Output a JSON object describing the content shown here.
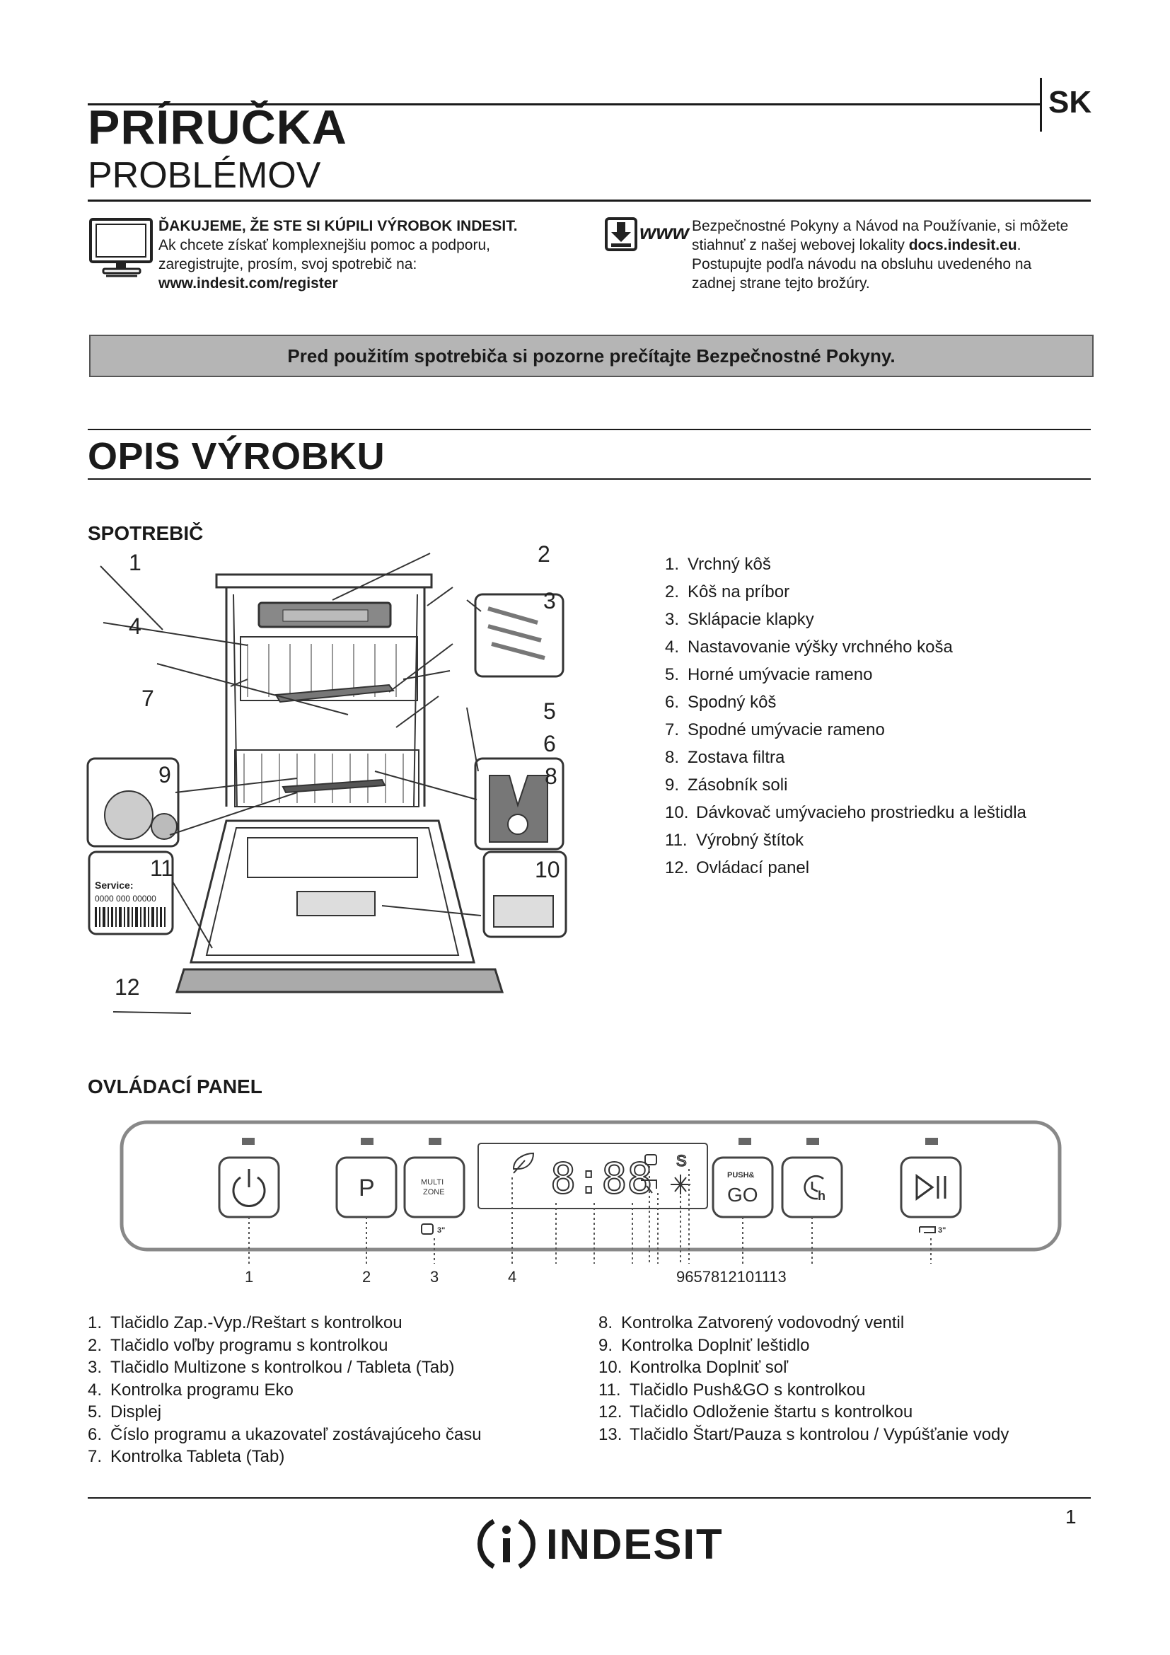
{
  "header": {
    "title": "PRÍRUČKA",
    "subtitle": "PROBLÉMOV",
    "language": "SK"
  },
  "register": {
    "heading": "ĎAKUJEME, ŽE STE SI KÚPILI VÝROBOK INDESIT.",
    "line1": "Ak chcete získať komplexnejšiu pomoc a podporu,",
    "line2": "zaregistrujte, prosím, svoj spotrebič na:",
    "url": "www.indesit.com/register"
  },
  "download": {
    "www": "www",
    "line1": "Bezpečnostné Pokyny a Návod na Používanie, si môžete",
    "line2_pre": "stiahnuť z našej webovej lokality ",
    "line2_link": "docs.indesit.eu",
    "line2_post": ".",
    "line3": "Postupujte podľa návodu na obsluhu uvedeného na",
    "line4": "zadnej strane tejto brožúry."
  },
  "warning": "Pred použitím spotrebiča si pozorne prečítajte Bezpečnostné Pokyny.",
  "section_title": "OPIS VÝROBKU",
  "appliance": {
    "title": "SPOTREBIČ",
    "callouts": [
      "1",
      "2",
      "3",
      "4",
      "5",
      "6",
      "7",
      "8",
      "9",
      "10",
      "11",
      "12"
    ],
    "label_service": "Service:",
    "label_code": "0000 000 00000",
    "parts": [
      {
        "num": "1.",
        "label": "Vrchný kôš"
      },
      {
        "num": "2.",
        "label": "Kôš na príbor"
      },
      {
        "num": "3.",
        "label": "Sklápacie klapky"
      },
      {
        "num": "4.",
        "label": "Nastavovanie výšky vrchného koša"
      },
      {
        "num": "5.",
        "label": "Horné umývacie rameno"
      },
      {
        "num": "6.",
        "label": "Spodný kôš"
      },
      {
        "num": "7.",
        "label": "Spodné umývacie rameno"
      },
      {
        "num": "8.",
        "label": "Zostava filtra"
      },
      {
        "num": "9.",
        "label": "Zásobník soli"
      },
      {
        "num": "10.",
        "label": "Dávkovač umývacieho prostriedku a leštidla"
      },
      {
        "num": "11.",
        "label": "Výrobný štítok"
      },
      {
        "num": "12.",
        "label": "Ovládací panel"
      }
    ]
  },
  "control_panel": {
    "title": "OVLÁDACÍ PANEL",
    "btn_program": "P",
    "btn_multizone_1": "MULTI",
    "btn_multizone_2": "ZONE",
    "btn_pushgo_top": "PUSH&",
    "btn_pushgo_bottom": "GO",
    "display_digits": "8:88",
    "tab_hint": "3\"",
    "drain_hint": "3\"",
    "callouts_left": [
      "1",
      "2",
      "3",
      "4"
    ],
    "callouts_right": "9657812101113",
    "items_left": [
      {
        "num": "1.",
        "label": "Tlačidlo Zap.-Vyp./Reštart s kontrolkou"
      },
      {
        "num": "2.",
        "label": "Tlačidlo voľby programu s kontrolkou"
      },
      {
        "num": "3.",
        "label": "Tlačidlo Multizone s kontrolkou / Tableta (Tab)"
      },
      {
        "num": "4.",
        "label": "Kontrolka programu Eko"
      },
      {
        "num": "5.",
        "label": "Displej"
      },
      {
        "num": "6.",
        "label": "Číslo programu a ukazovateľ zostávajúceho času"
      },
      {
        "num": "7.",
        "label": "Kontrolka Tableta (Tab)"
      }
    ],
    "items_right": [
      {
        "num": "8.",
        "label": "Kontrolka Zatvorený vodovodný ventil"
      },
      {
        "num": "9.",
        "label": "Kontrolka Doplniť leštidlo"
      },
      {
        "num": "10.",
        "label": "Kontrolka Doplniť soľ"
      },
      {
        "num": "11.",
        "label": "Tlačidlo Push&GO s kontrolkou"
      },
      {
        "num": "12.",
        "label": "Tlačidlo Odloženie štartu s kontrolkou"
      },
      {
        "num": "13.",
        "label": "Tlačidlo Štart/Pauza s kontrolou / Vypúšťanie vody"
      }
    ]
  },
  "footer": {
    "page_number": "1",
    "brand": "INDESIT"
  }
}
